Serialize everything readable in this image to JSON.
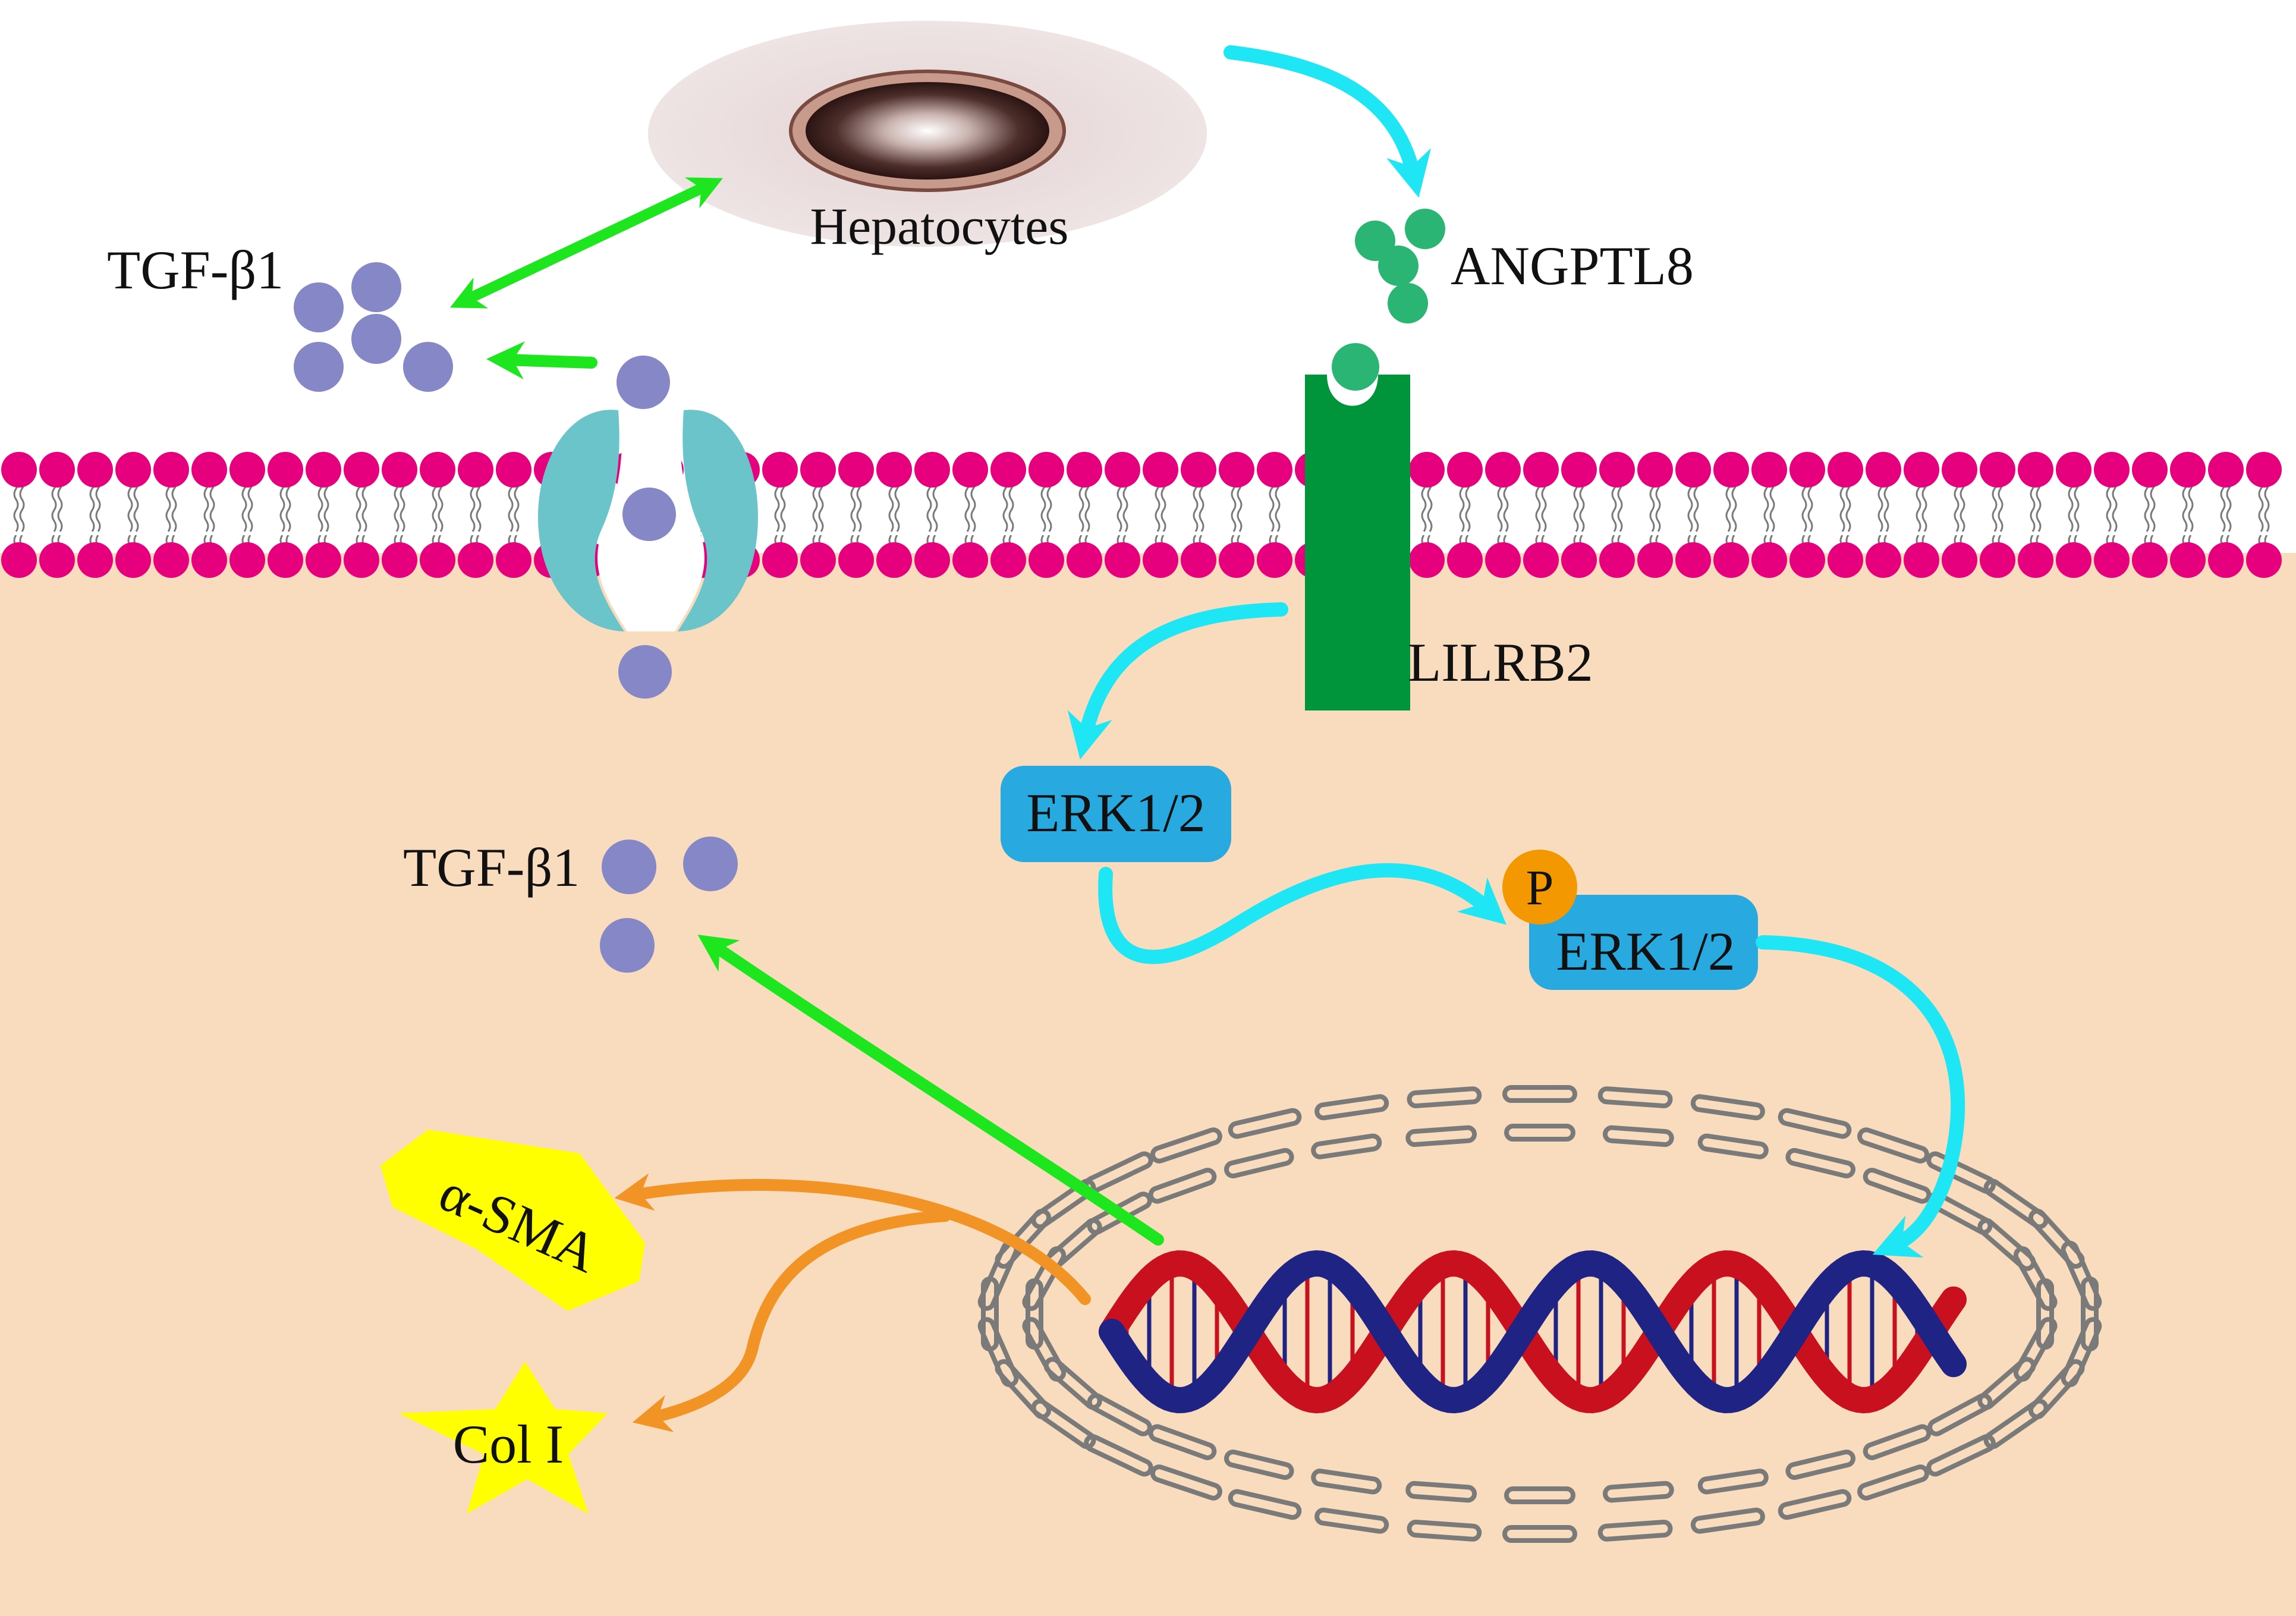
{
  "labels": {
    "hepatocytes": "Hepatocytes",
    "tgf_top": "TGF-β1",
    "tgf_inside": "TGF-β1",
    "angptl8": "ANGPTL8",
    "lilrb2": "LILRB2",
    "erk": "ERK1/2",
    "perk": "ERK1/2",
    "phospho": "P",
    "alpha_sma": "α-SMA",
    "col1": "Col I"
  },
  "colors": {
    "cytoplasm": "#f9dcbd",
    "lipid_head": "#e6007e",
    "channel": "#6cc4cb",
    "tgf_molecule": "#8587c7",
    "angptl8": "#2bb574",
    "receptor": "#00953a",
    "erk_box": "#28a9e0",
    "phospho": "#f39800",
    "cyan_arrow": "#1ee6f5",
    "green_arrow": "#1ee61e",
    "orange_arrow": "#f29425",
    "marker": "#ffff00",
    "dna_blue": "#1f2383",
    "dna_red": "#c8101e",
    "nucleus": "#7a7a7a"
  }
}
